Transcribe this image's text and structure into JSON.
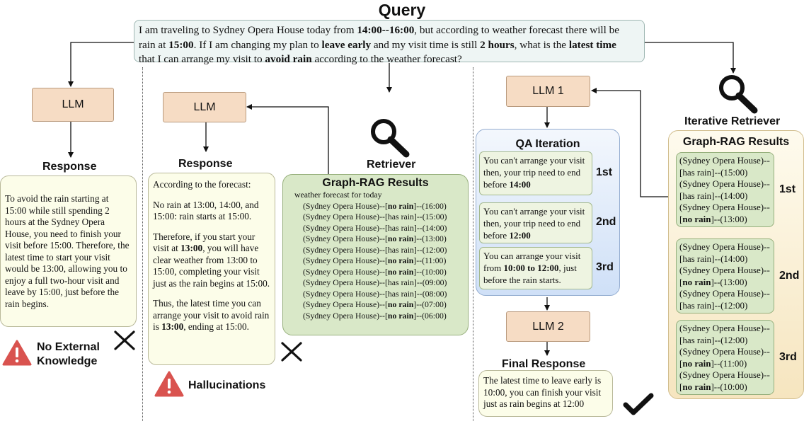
{
  "query": {
    "title": "Query",
    "text": {
      "l1_a": "I am traveling to Sydney Opera House today from ",
      "l1_b": "14:00--16:00",
      "l1_c": ", but according to weather forecast there will be",
      "l2_a": "rain at ",
      "l2_b": "15:00",
      "l2_c": ". If I am changing my plan to ",
      "l2_d": "leave early",
      "l2_e": " and my visit time is still ",
      "l2_f": "2 hours",
      "l2_g": ", what is the ",
      "l2_h": "latest time",
      "l3_a": "that I can arrange my visit to ",
      "l3_b": "avoid rain",
      "l3_c": " according to the weather forecast?"
    }
  },
  "direct": {
    "llm_label": "LLM",
    "response_heading": "Response",
    "response_text": "To avoid the rain starting at 15:00 while still spending 2 hours at the Sydney Opera House, you need to finish your visit before 15:00. Therefore, the latest time to start your visit would be 13:00, allowing you to enjoy a full two-hour visit and leave by 15:00, just before the rain begins.",
    "warning_label": "No External Knowledge"
  },
  "rag": {
    "llm_label": "LLM",
    "response_heading": "Response",
    "resp_p1": "According to the forecast:",
    "resp_p2": "No rain at 13:00, 14:00, and 15:00: rain starts at 15:00.",
    "resp_p3_a": "Therefore, if you start your visit at ",
    "resp_p3_b": "13:00",
    "resp_p3_c": ", you will have clear weather from 13:00 to 15:00, completing your visit just as the rain begins at 15:00.",
    "resp_p4_a": "Thus, the latest time you can arrange your visit to avoid rain is ",
    "resp_p4_b": "13:00",
    "resp_p4_c": ", ending at 15:00.",
    "warning_label": "Hallucinations",
    "retriever_label": "Retriever",
    "results_title": "Graph-RAG Results",
    "forecast_header": "weather forecast for today",
    "entity": "(Sydney Opera House)--[",
    "forecast": [
      {
        "rel": "no rain",
        "time": "]--(16:00)",
        "bold": true
      },
      {
        "rel": "has rain",
        "time": "]--(15:00)",
        "bold": false
      },
      {
        "rel": "has rain",
        "time": "]--(14:00)",
        "bold": false
      },
      {
        "rel": "no rain",
        "time": "]--(13:00)",
        "bold": true
      },
      {
        "rel": "has rain",
        "time": "]--(12:00)",
        "bold": false
      },
      {
        "rel": "no rain",
        "time": "]--(11:00)",
        "bold": true
      },
      {
        "rel": "no rain",
        "time": "]--(10:00)",
        "bold": true
      },
      {
        "rel": "has rain",
        "time": "]--(09:00)",
        "bold": false
      },
      {
        "rel": "has rain",
        "time": "]--(08:00)",
        "bold": false
      },
      {
        "rel": "no rain",
        "time": "]--(07:00)",
        "bold": true
      },
      {
        "rel": "no rain",
        "time": "]--(06:00)",
        "bold": true
      }
    ]
  },
  "iterative": {
    "llm1_label": "LLM 1",
    "llm2_label": "LLM 2",
    "qa_title": "QA Iteration",
    "qa": [
      {
        "a": "You can't arrange your visit then, your trip need to end before ",
        "b": "14:00",
        "c": "",
        "ord": "1st"
      },
      {
        "a": "You can't arrange your visit then, your trip need to end before ",
        "b": "12:00",
        "c": "",
        "ord": "2nd"
      },
      {
        "a": "You can arrange your visit from ",
        "b": "10:00 to 12:00",
        "c": ", just before the rain starts.",
        "ord": "3rd"
      }
    ],
    "final_heading": "Final Response",
    "final_text": "The latest time to leave early is 10:00, you can finish your visit just as rain begins at 12:00",
    "retriever_label": "Iterative Retriever",
    "results_title": "Graph-RAG Results",
    "groups": [
      {
        "ord": "1st",
        "lines": [
          {
            "t": "(Sydney Opera House)--",
            "b": false
          },
          {
            "t": "[has rain]--(15:00)",
            "b": false
          },
          {
            "t": "(Sydney Opera House)--",
            "b": false
          },
          {
            "t": "[has rain]--(14:00)",
            "b": false
          },
          {
            "t": "(Sydney Opera House)--",
            "b": false
          },
          {
            "t": "no rain",
            "b": true,
            "suffix": "]--(13:00)"
          }
        ]
      },
      {
        "ord": "2nd",
        "lines": [
          {
            "t": "(Sydney Opera House)--",
            "b": false
          },
          {
            "t": "[has rain]--(14:00)",
            "b": false
          },
          {
            "t": "(Sydney Opera House)--",
            "b": false
          },
          {
            "t": "no rain",
            "b": true,
            "suffix": "]--(13:00)"
          },
          {
            "t": "(Sydney Opera House)--",
            "b": false
          },
          {
            "t": "[has rain]--(12:00)",
            "b": false
          }
        ]
      },
      {
        "ord": "3rd",
        "lines": [
          {
            "t": "(Sydney Opera House)--",
            "b": false
          },
          {
            "t": "[has rain]--(12:00)",
            "b": false
          },
          {
            "t": "(Sydney Opera House)--",
            "b": false
          },
          {
            "t": "no rain",
            "b": true,
            "suffix": "]--(11:00)"
          },
          {
            "t": "(Sydney Opera House)--",
            "b": false
          },
          {
            "t": "no rain",
            "b": true,
            "suffix": "]--(10:00)"
          }
        ]
      }
    ]
  },
  "colors": {
    "llm_box": "#f6dcc4",
    "response_box": "#fcfde9",
    "graph_rag_box": "#d9e8c8",
    "qa_box": "#cfe0f7",
    "iterative_box": "#f6e5bf",
    "warning": "#d9534f"
  }
}
